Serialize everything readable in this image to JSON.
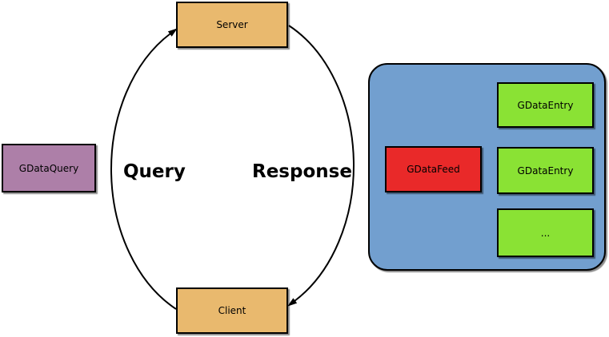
{
  "nodes": {
    "gdataquery": {
      "label": "GDataQuery",
      "color": "#ad7fa8"
    },
    "server": {
      "label": "Server",
      "color": "#e9b96e"
    },
    "client": {
      "label": "Client",
      "color": "#e9b96e"
    },
    "gdatafeed": {
      "label": "GDataFeed",
      "color": "#e92929"
    },
    "gdataentry_top": {
      "label": "GDataEntry",
      "color": "#8ae234"
    },
    "gdataentry_mid": {
      "label": "GDataEntry",
      "color": "#8ae234"
    },
    "gdataentry_more": {
      "label": "...",
      "color": "#8ae234"
    }
  },
  "container": {
    "color": "#729fcf"
  },
  "edges": {
    "query": {
      "label": "Query"
    },
    "response": {
      "label": "Response"
    }
  },
  "style": {
    "line_color": "#000000",
    "background": "#ffffff"
  }
}
